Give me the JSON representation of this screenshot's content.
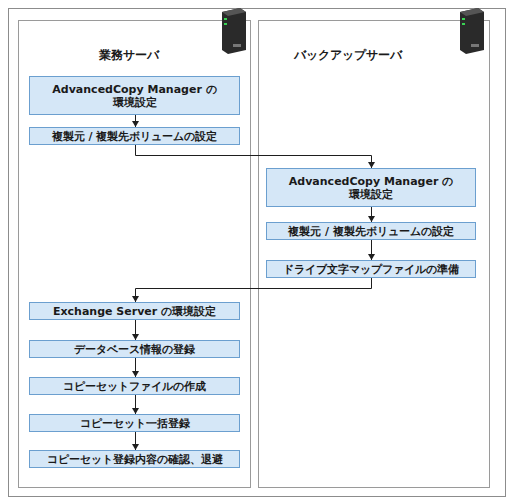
{
  "diagram": {
    "nodes": [
      {
        "text": [
          "業務サーバ"
        ]
      },
      {
        "text": [
          "バックアップサーバ"
        ]
      },
      {
        "text": [
          "AdvancedCopy Manager の 環境設定"
        ],
        "in": 0
      },
      {
        "text": [
          "複製元 / 複製先ボリュームの設定"
        ],
        "in": 0
      },
      {
        "text": [
          "AdvancedCopy Manager の 環境設定"
        ],
        "in": 1
      },
      {
        "text": [
          "複製元 / 複製先ボリュームの設定"
        ],
        "in": 1
      },
      {
        "text": [
          "ドライブ文字マップファイルの準備"
        ],
        "in": 1
      },
      {
        "text": [
          "Exchange Server の環境設定"
        ],
        "in": 0
      },
      {
        "text": [
          "データベース情報の登録"
        ],
        "in": 0
      },
      {
        "text": [
          "コピーセットファイルの作成"
        ],
        "in": 0
      },
      {
        "text": [
          "コピーセット一括登録"
        ],
        "in": 0
      },
      {
        "text": [
          "コピーセット登録内容の確認、退避"
        ],
        "in": 0
      }
    ],
    "edges": [
      {
        "from": 2,
        "to": 3,
        "arrow": "to"
      },
      {
        "from": 3,
        "to": 4,
        "arrow": "to"
      },
      {
        "from": 4,
        "to": 5,
        "arrow": "to"
      },
      {
        "from": 5,
        "to": 6,
        "arrow": "to"
      },
      {
        "from": 6,
        "to": 7,
        "arrow": "to"
      },
      {
        "from": 7,
        "to": 8,
        "arrow": "to"
      },
      {
        "from": 8,
        "to": 9,
        "arrow": "to"
      },
      {
        "from": 9,
        "to": 10,
        "arrow": "to"
      },
      {
        "from": 10,
        "to": 11,
        "arrow": "to"
      }
    ]
  }
}
